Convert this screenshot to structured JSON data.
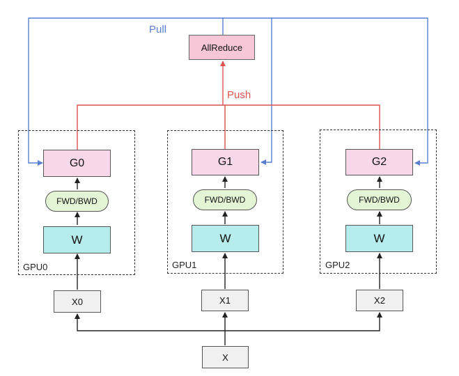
{
  "labels": {
    "pull": "Pull",
    "push": "Push"
  },
  "colors": {
    "pull": "#5a7fd0",
    "push": "#d9534f",
    "gradient_box": "#f8d7e8",
    "weight_box": "#b6ecec",
    "fwdbwd_box": "#e4f5d6",
    "input_box": "#f0f0f0",
    "allreduce_box": "#f7c6d7"
  },
  "allreduce": {
    "label": "AllReduce"
  },
  "gpus": [
    {
      "name": "GPU0",
      "gradient": "G0",
      "step": "FWD/BWD",
      "weights": "W",
      "input": "X0"
    },
    {
      "name": "GPU1",
      "gradient": "G1",
      "step": "FWD/BWD",
      "weights": "W",
      "input": "X1"
    },
    {
      "name": "GPU2",
      "gradient": "G2",
      "step": "FWD/BWD",
      "weights": "W",
      "input": "X2"
    }
  ],
  "source": {
    "label": "X"
  }
}
